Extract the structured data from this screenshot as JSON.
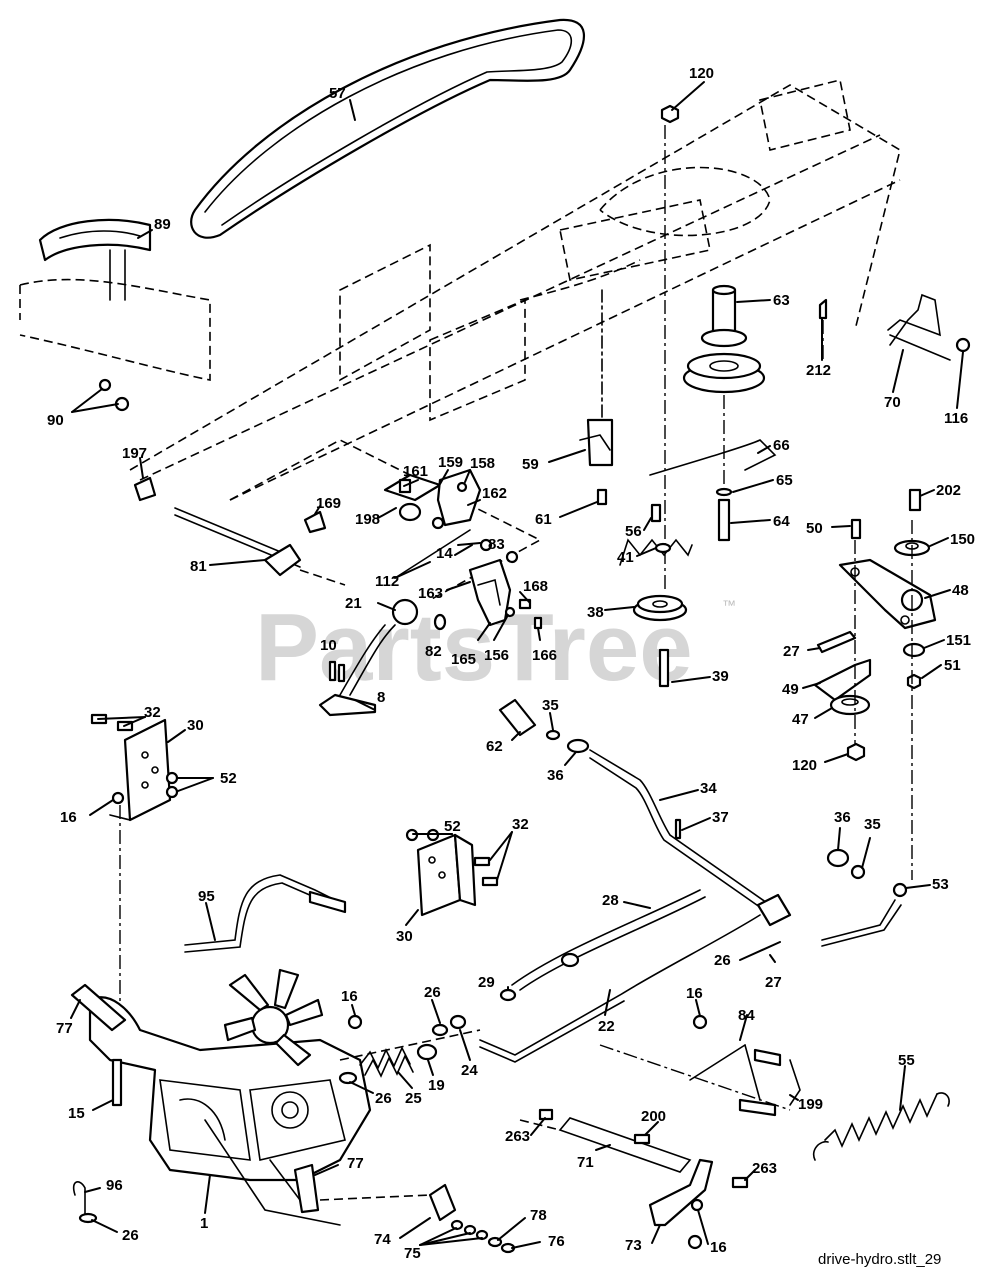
{
  "watermark": {
    "text": "PartsTree",
    "trademark": "™"
  },
  "filename": "drive-hydro.stlt_29",
  "callouts": {
    "c57": "57",
    "c120a": "120",
    "c89": "89",
    "c90": "90",
    "c63": "63",
    "c212": "212",
    "c70": "70",
    "c116": "116",
    "c66": "66",
    "c65": "65",
    "c64": "64",
    "c59": "59",
    "c61": "61",
    "c56": "56",
    "c41": "41",
    "c197": "197",
    "c161": "161",
    "c159": "159",
    "c158": "158",
    "c162": "162",
    "c198": "198",
    "c169": "169",
    "c81": "81",
    "c112": "112",
    "c14": "14",
    "c83": "83",
    "c163": "163",
    "c168": "168",
    "c21": "21",
    "c10": "10",
    "c82": "82",
    "c165": "165",
    "c156": "156",
    "c166": "166",
    "c8": "8",
    "c38": "38",
    "c39": "39",
    "c202": "202",
    "c50": "50",
    "c150": "150",
    "c48": "48",
    "c27a": "27",
    "c151": "151",
    "c51": "51",
    "c49": "49",
    "c47": "47",
    "c120b": "120",
    "c62": "62",
    "c35a": "35",
    "c36a": "36",
    "c34": "34",
    "c37": "37",
    "c36b": "36",
    "c35b": "35",
    "c53": "53",
    "c32a": "32",
    "c30a": "30",
    "c52a": "52",
    "c16a": "16",
    "c52b": "52",
    "c32b": "32",
    "c30b": "30",
    "c95": "95",
    "c28": "28",
    "c26a": "26",
    "c27b": "27",
    "c29": "29",
    "c22": "22",
    "c16b": "16",
    "c26b": "26",
    "c77a": "77",
    "c24": "24",
    "c19": "19",
    "c25": "25",
    "c26c": "26",
    "c15": "15",
    "c84": "84",
    "c16c": "16",
    "c199": "199",
    "c55": "55",
    "c200": "200",
    "c263a": "263",
    "c263b": "263",
    "c71": "71",
    "c77b": "77",
    "c96": "96",
    "c26d": "26",
    "c1": "1",
    "c74": "74",
    "c75": "75",
    "c78": "78",
    "c76": "76",
    "c73": "73",
    "c16d": "16"
  }
}
